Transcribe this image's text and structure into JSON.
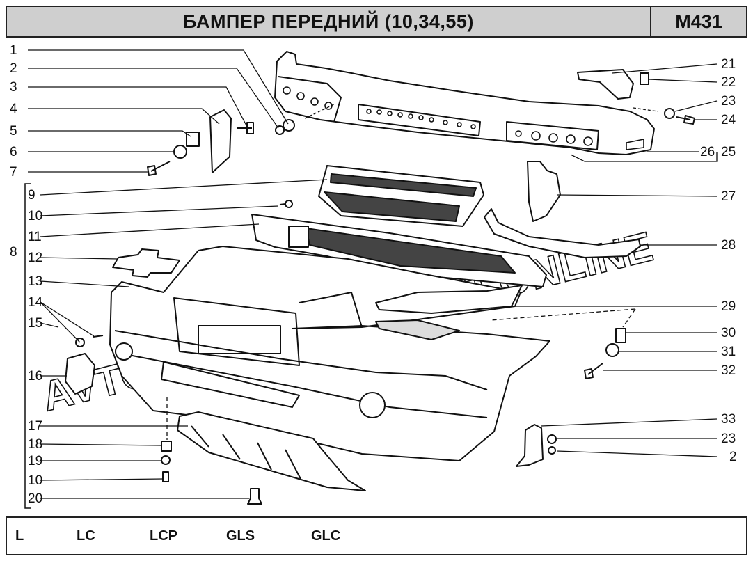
{
  "header": {
    "title": "БАМПЕР ПЕРЕДНИЙ (10,34,55)",
    "code": "M431"
  },
  "watermark": "AVTOSKLAD.AVTOCAT.ONLINE",
  "callouts": {
    "left": [
      "1",
      "2",
      "3",
      "4",
      "5",
      "6",
      "7",
      "9",
      "10",
      "11",
      "12",
      "13",
      "14",
      "15",
      "16",
      "17",
      "18",
      "19",
      "10",
      "20"
    ],
    "bracket": "8",
    "right": [
      "21",
      "22",
      "23",
      "24",
      "26",
      "25",
      "27",
      "28",
      "29",
      "30",
      "31",
      "32",
      "33",
      "23",
      "2"
    ]
  },
  "footer": {
    "trims": [
      "L",
      "LC",
      "LCP",
      "GLS",
      "GLC"
    ]
  }
}
